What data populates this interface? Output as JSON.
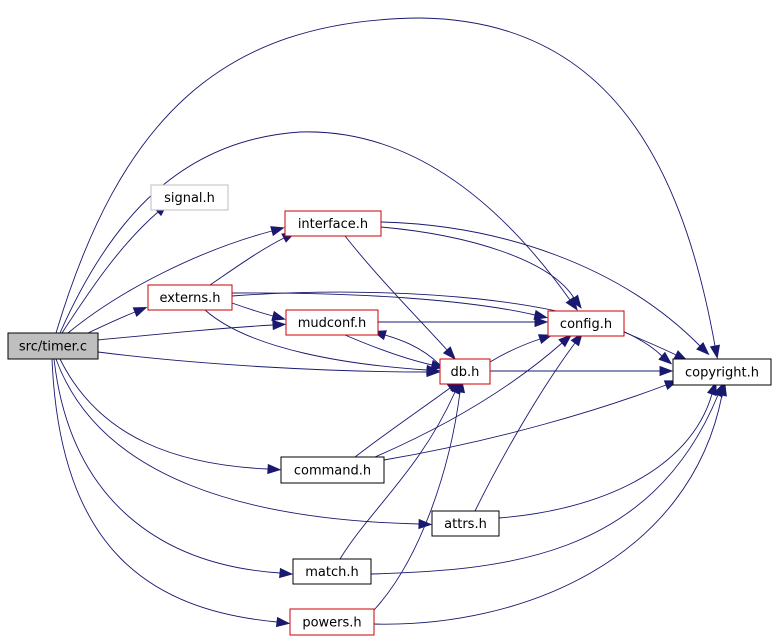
{
  "graph": {
    "colors": {
      "edge": "#191970",
      "root_fill": "#bfbfbf",
      "root_border": "#000000",
      "red_border": "#cc0000",
      "gray_border": "#bfbfbf",
      "black_border": "#000000",
      "node_fill": "#ffffff",
      "text": "#000000"
    },
    "nodes": {
      "timer": {
        "label": "src/timer.c",
        "style": "root"
      },
      "signal": {
        "label": "signal.h",
        "style": "gray"
      },
      "externs": {
        "label": "externs.h",
        "style": "red"
      },
      "interface": {
        "label": "interface.h",
        "style": "red"
      },
      "mudconf": {
        "label": "mudconf.h",
        "style": "red"
      },
      "config": {
        "label": "config.h",
        "style": "red"
      },
      "db": {
        "label": "db.h",
        "style": "red"
      },
      "copyright": {
        "label": "copyright.h",
        "style": "black"
      },
      "command": {
        "label": "command.h",
        "style": "black"
      },
      "attrs": {
        "label": "attrs.h",
        "style": "black"
      },
      "match": {
        "label": "match.h",
        "style": "black"
      },
      "powers": {
        "label": "powers.h",
        "style": "red"
      }
    },
    "edges": [
      {
        "from": "timer",
        "to": "copyright"
      },
      {
        "from": "timer",
        "to": "config"
      },
      {
        "from": "timer",
        "to": "signal"
      },
      {
        "from": "timer",
        "to": "interface"
      },
      {
        "from": "timer",
        "to": "externs"
      },
      {
        "from": "timer",
        "to": "mudconf"
      },
      {
        "from": "timer",
        "to": "db"
      },
      {
        "from": "timer",
        "to": "command"
      },
      {
        "from": "timer",
        "to": "attrs"
      },
      {
        "from": "timer",
        "to": "match"
      },
      {
        "from": "timer",
        "to": "powers"
      },
      {
        "from": "externs",
        "to": "copyright"
      },
      {
        "from": "externs",
        "to": "interface"
      },
      {
        "from": "externs",
        "to": "config"
      },
      {
        "from": "externs",
        "to": "mudconf"
      },
      {
        "from": "externs",
        "to": "db"
      },
      {
        "from": "interface",
        "to": "copyright"
      },
      {
        "from": "interface",
        "to": "config"
      },
      {
        "from": "interface",
        "to": "db"
      },
      {
        "from": "mudconf",
        "to": "config"
      },
      {
        "from": "mudconf",
        "to": "db"
      },
      {
        "from": "db",
        "to": "mudconf"
      },
      {
        "from": "db",
        "to": "config"
      },
      {
        "from": "db",
        "to": "copyright"
      },
      {
        "from": "config",
        "to": "copyright"
      },
      {
        "from": "command",
        "to": "db"
      },
      {
        "from": "command",
        "to": "config"
      },
      {
        "from": "command",
        "to": "copyright"
      },
      {
        "from": "attrs",
        "to": "config"
      },
      {
        "from": "attrs",
        "to": "copyright"
      },
      {
        "from": "match",
        "to": "db"
      },
      {
        "from": "match",
        "to": "copyright"
      },
      {
        "from": "powers",
        "to": "db"
      },
      {
        "from": "powers",
        "to": "copyright"
      }
    ]
  }
}
